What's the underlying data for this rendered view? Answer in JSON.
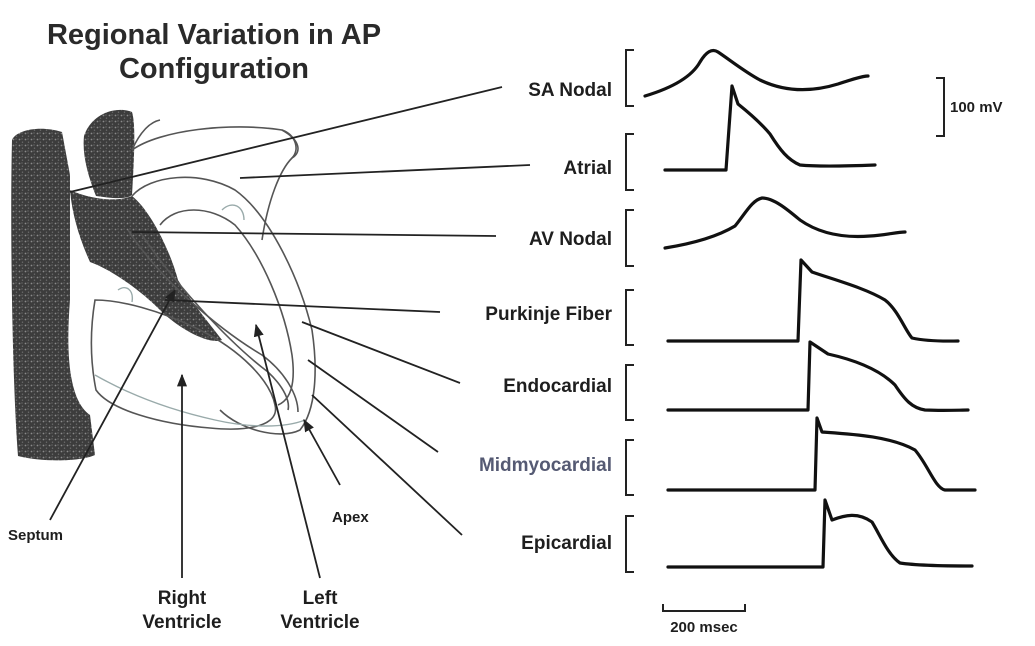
{
  "title": [
    "Regional Variation in AP",
    "Configuration"
  ],
  "traces": [
    {
      "label": "SA Nodal"
    },
    {
      "label": "Atrial"
    },
    {
      "label": "AV Nodal"
    },
    {
      "label": "Purkinje Fiber"
    },
    {
      "label": "Endocardial"
    },
    {
      "label": "Midmyocardial"
    },
    {
      "label": "Epicardial"
    }
  ],
  "scale_bars": {
    "voltage": "100 mV",
    "time": "200 msec"
  },
  "anatomy_labels": {
    "septum": "Septum",
    "apex": "Apex",
    "right_ventricle": [
      "Right",
      "Ventricle"
    ],
    "left_ventricle": [
      "Left",
      "Ventricle"
    ]
  },
  "colors": {
    "ink": "#111111",
    "label": "#1e1e1e",
    "midmyocardial_label": "#555a73",
    "heart_fill": "#4a4a4a"
  }
}
